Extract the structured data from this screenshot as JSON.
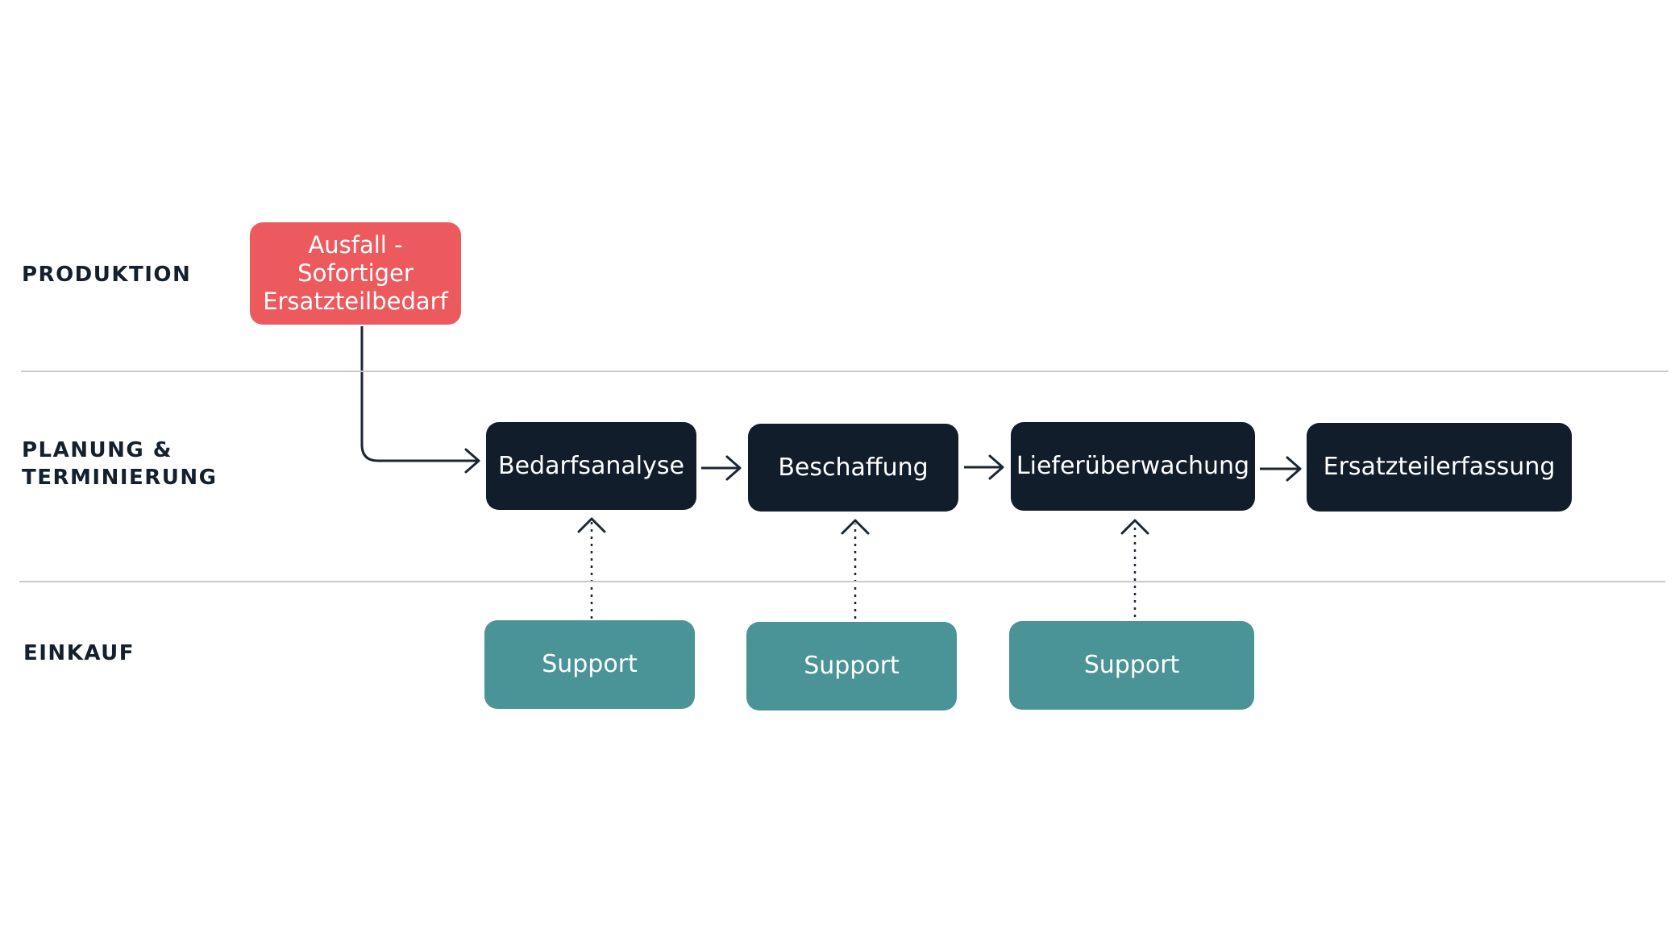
{
  "lanes": [
    {
      "label": "PRODUKTION"
    },
    {
      "label_line1": "PLANUNG &",
      "label_line2": "TERMINIERUNG"
    },
    {
      "label": "EINKAUF"
    }
  ],
  "trigger": {
    "line1": "Ausfall -",
    "line2": "Sofortiger",
    "line3": "Ersatzteilbedarf",
    "color": "#ec5a5d"
  },
  "process_steps": [
    {
      "label": "Bedarfsanalyse"
    },
    {
      "label": "Beschaffung"
    },
    {
      "label": "Lieferüberwachung"
    },
    {
      "label": "Ersatzteilerfassung"
    }
  ],
  "support_steps": [
    {
      "label": "Support"
    },
    {
      "label": "Support"
    },
    {
      "label": "Support"
    }
  ],
  "colors": {
    "process": "#111d2b",
    "support": "#4a9497",
    "lane_divider": "#c9c9c9",
    "connector": "#1b2633"
  }
}
